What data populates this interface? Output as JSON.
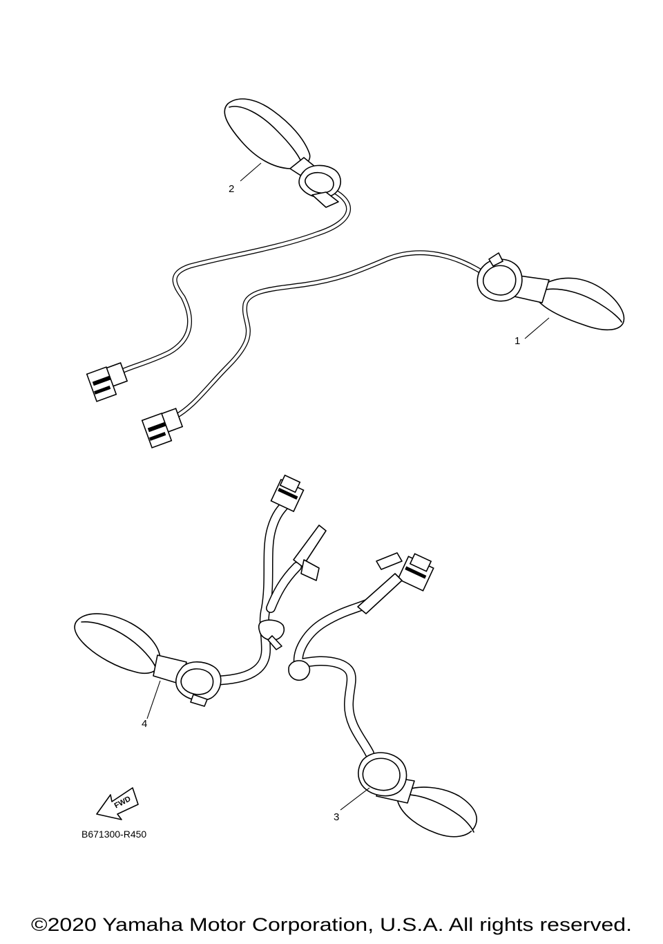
{
  "callouts": {
    "part_1": "1",
    "part_2": "2",
    "part_3": "3",
    "part_4": "4"
  },
  "direction_marker": {
    "label": "FWD",
    "icon": "forward-arrow-icon"
  },
  "reference_code": "B671300-R450",
  "copyright": "©2020 Yamaha Motor Corporation, U.S.A. All rights reserved.",
  "colors": {
    "line": "#000000",
    "background": "#ffffff"
  }
}
